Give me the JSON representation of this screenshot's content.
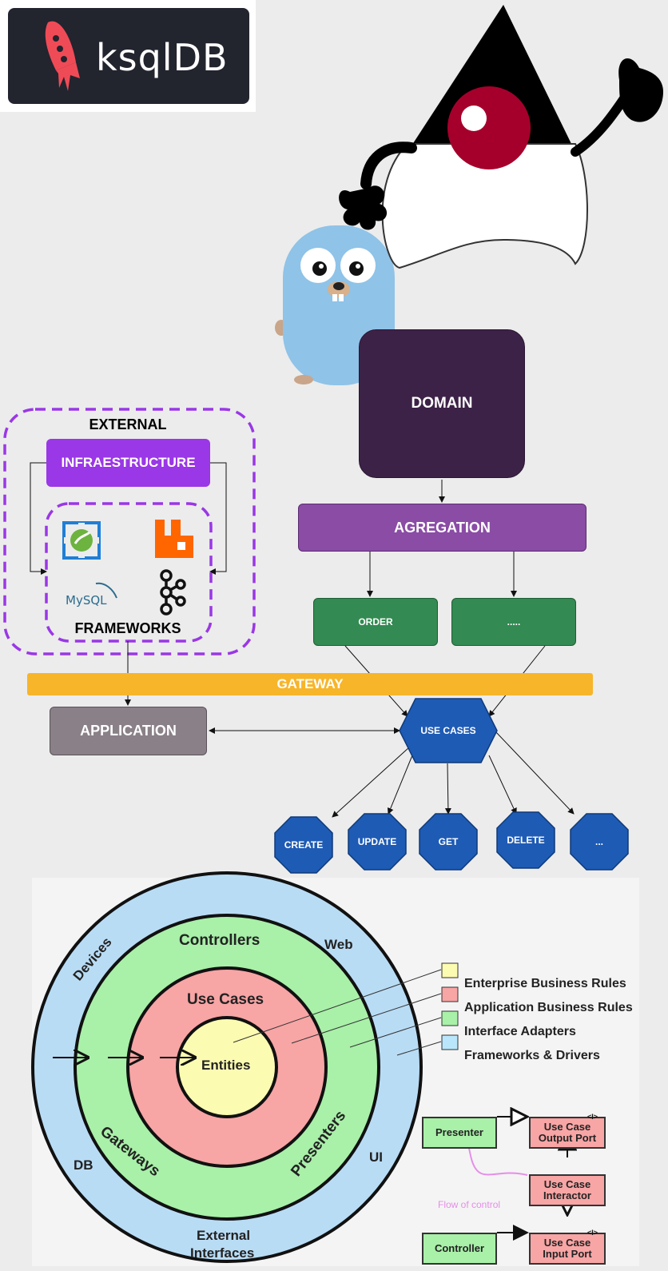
{
  "logo": {
    "ksqldb": "ksqlDB",
    "mysql": "MySQL"
  },
  "domain": {
    "label": "DOMAIN"
  },
  "agregation": {
    "label": "AGREGATION"
  },
  "modules": [
    {
      "label": "ORDER"
    },
    {
      "label": "....."
    }
  ],
  "external": {
    "label": "EXTERNAL",
    "infra": "INFRAESTRUCTURE",
    "frameworks": "FRAMEWORKS"
  },
  "gateway": {
    "label": "GATEWAY"
  },
  "application": {
    "label": "APPLICATION"
  },
  "usecases": {
    "label": "USE CASES"
  },
  "operations": [
    {
      "label": "CREATE"
    },
    {
      "label": "UPDATE"
    },
    {
      "label": "GET"
    },
    {
      "label": "DELETE"
    },
    {
      "label": "..."
    }
  ],
  "clean": {
    "controllers": "Controllers",
    "usecases": "Use Cases",
    "entities": "Entities",
    "gateways": "Gateways",
    "presenters": "Presenters",
    "devices": "Devices",
    "web": "Web",
    "db": "DB",
    "ui": "UI",
    "external_interfaces_1": "External",
    "external_interfaces_2": "Interfaces"
  },
  "legend": [
    {
      "label": "Enterprise Business Rules",
      "color": "#fbfbb2"
    },
    {
      "label": "Application Business Rules",
      "color": "#f8a5a5"
    },
    {
      "label": "Interface Adapters",
      "color": "#a9f0a9"
    },
    {
      "label": "Frameworks & Drivers",
      "color": "#b9e6fb"
    }
  ],
  "flow": {
    "presenter": "Presenter",
    "output_port_1": "Use Case",
    "output_port_2": "Output Port",
    "interactor_1": "Use Case",
    "interactor_2": "Interactor",
    "controller": "Controller",
    "input_port_1": "Use Case",
    "input_port_2": "Input Port",
    "flow_label": "Flow of control",
    "interface_mark": "<I>"
  },
  "colors": {
    "domain": "#3d2247",
    "agregation": "#8a4ca5",
    "module": "#338a52",
    "usecase": "#1e5bb5",
    "infra": "#9a37e6",
    "gateway": "#f7b52a",
    "application": "#8a8088"
  }
}
